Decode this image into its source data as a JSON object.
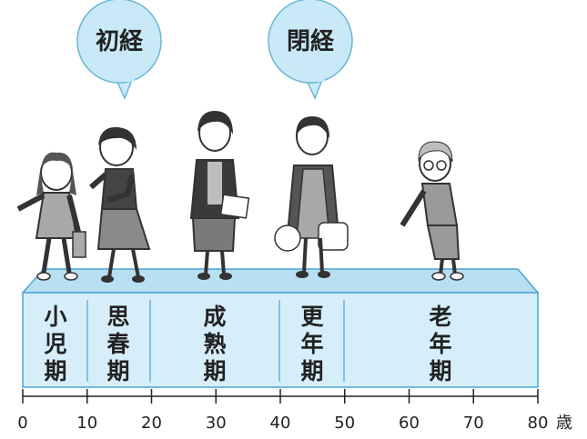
{
  "bubbles": [
    {
      "id": "menarche",
      "label": "初経"
    },
    {
      "id": "menopause",
      "label": "閉経"
    }
  ],
  "stages": [
    {
      "id": "childhood",
      "label": "小児期"
    },
    {
      "id": "puberty",
      "label": "思春期"
    },
    {
      "id": "maturity",
      "label": "成熟期"
    },
    {
      "id": "menopausal",
      "label": "更年期"
    },
    {
      "id": "senescence",
      "label": "老年期"
    }
  ],
  "axis": {
    "ticks": [
      "0",
      "10",
      "20",
      "30",
      "40",
      "50",
      "60",
      "70",
      "80"
    ],
    "unit": "歳"
  },
  "colors": {
    "bubble_fill": "#c9e9f7",
    "bubble_stroke": "#6ab5d6",
    "band_fill": "#d6eef9",
    "band_top": "#b9e0f2",
    "band_stroke": "#4aa6d3",
    "figure_gray": "#9a9a9a",
    "figure_dark": "#333333"
  }
}
